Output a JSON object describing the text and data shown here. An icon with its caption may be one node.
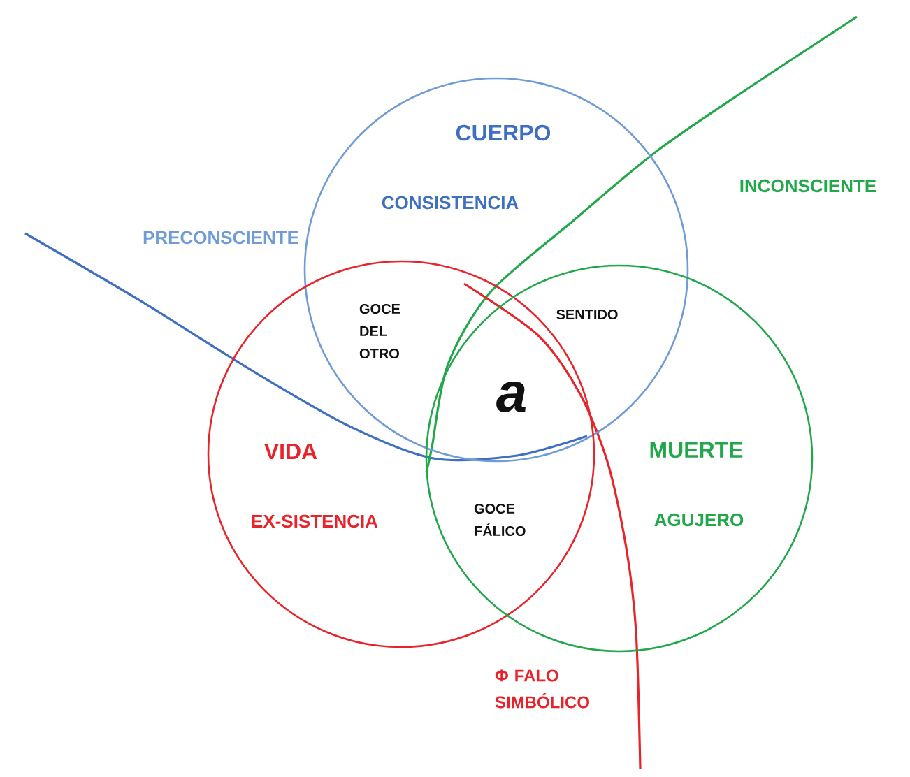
{
  "diagram": {
    "nodes": [
      {
        "text": [
          "CUERPO",
          "CONSISTENCIA"
        ]
      },
      {
        "text": [
          "VIDA",
          "EX-SISTENCIA"
        ]
      },
      {
        "text": [
          "MUERTE",
          "AGUJERO"
        ]
      }
    ],
    "labels": [
      "PRECONSCIENTE",
      "INCONSCIENTE",
      "GOCE DEL OTRO",
      "SENTIDO",
      "a",
      "GOCE FÁLICO",
      "Φ FALO SIMBÓLICO"
    ]
  }
}
